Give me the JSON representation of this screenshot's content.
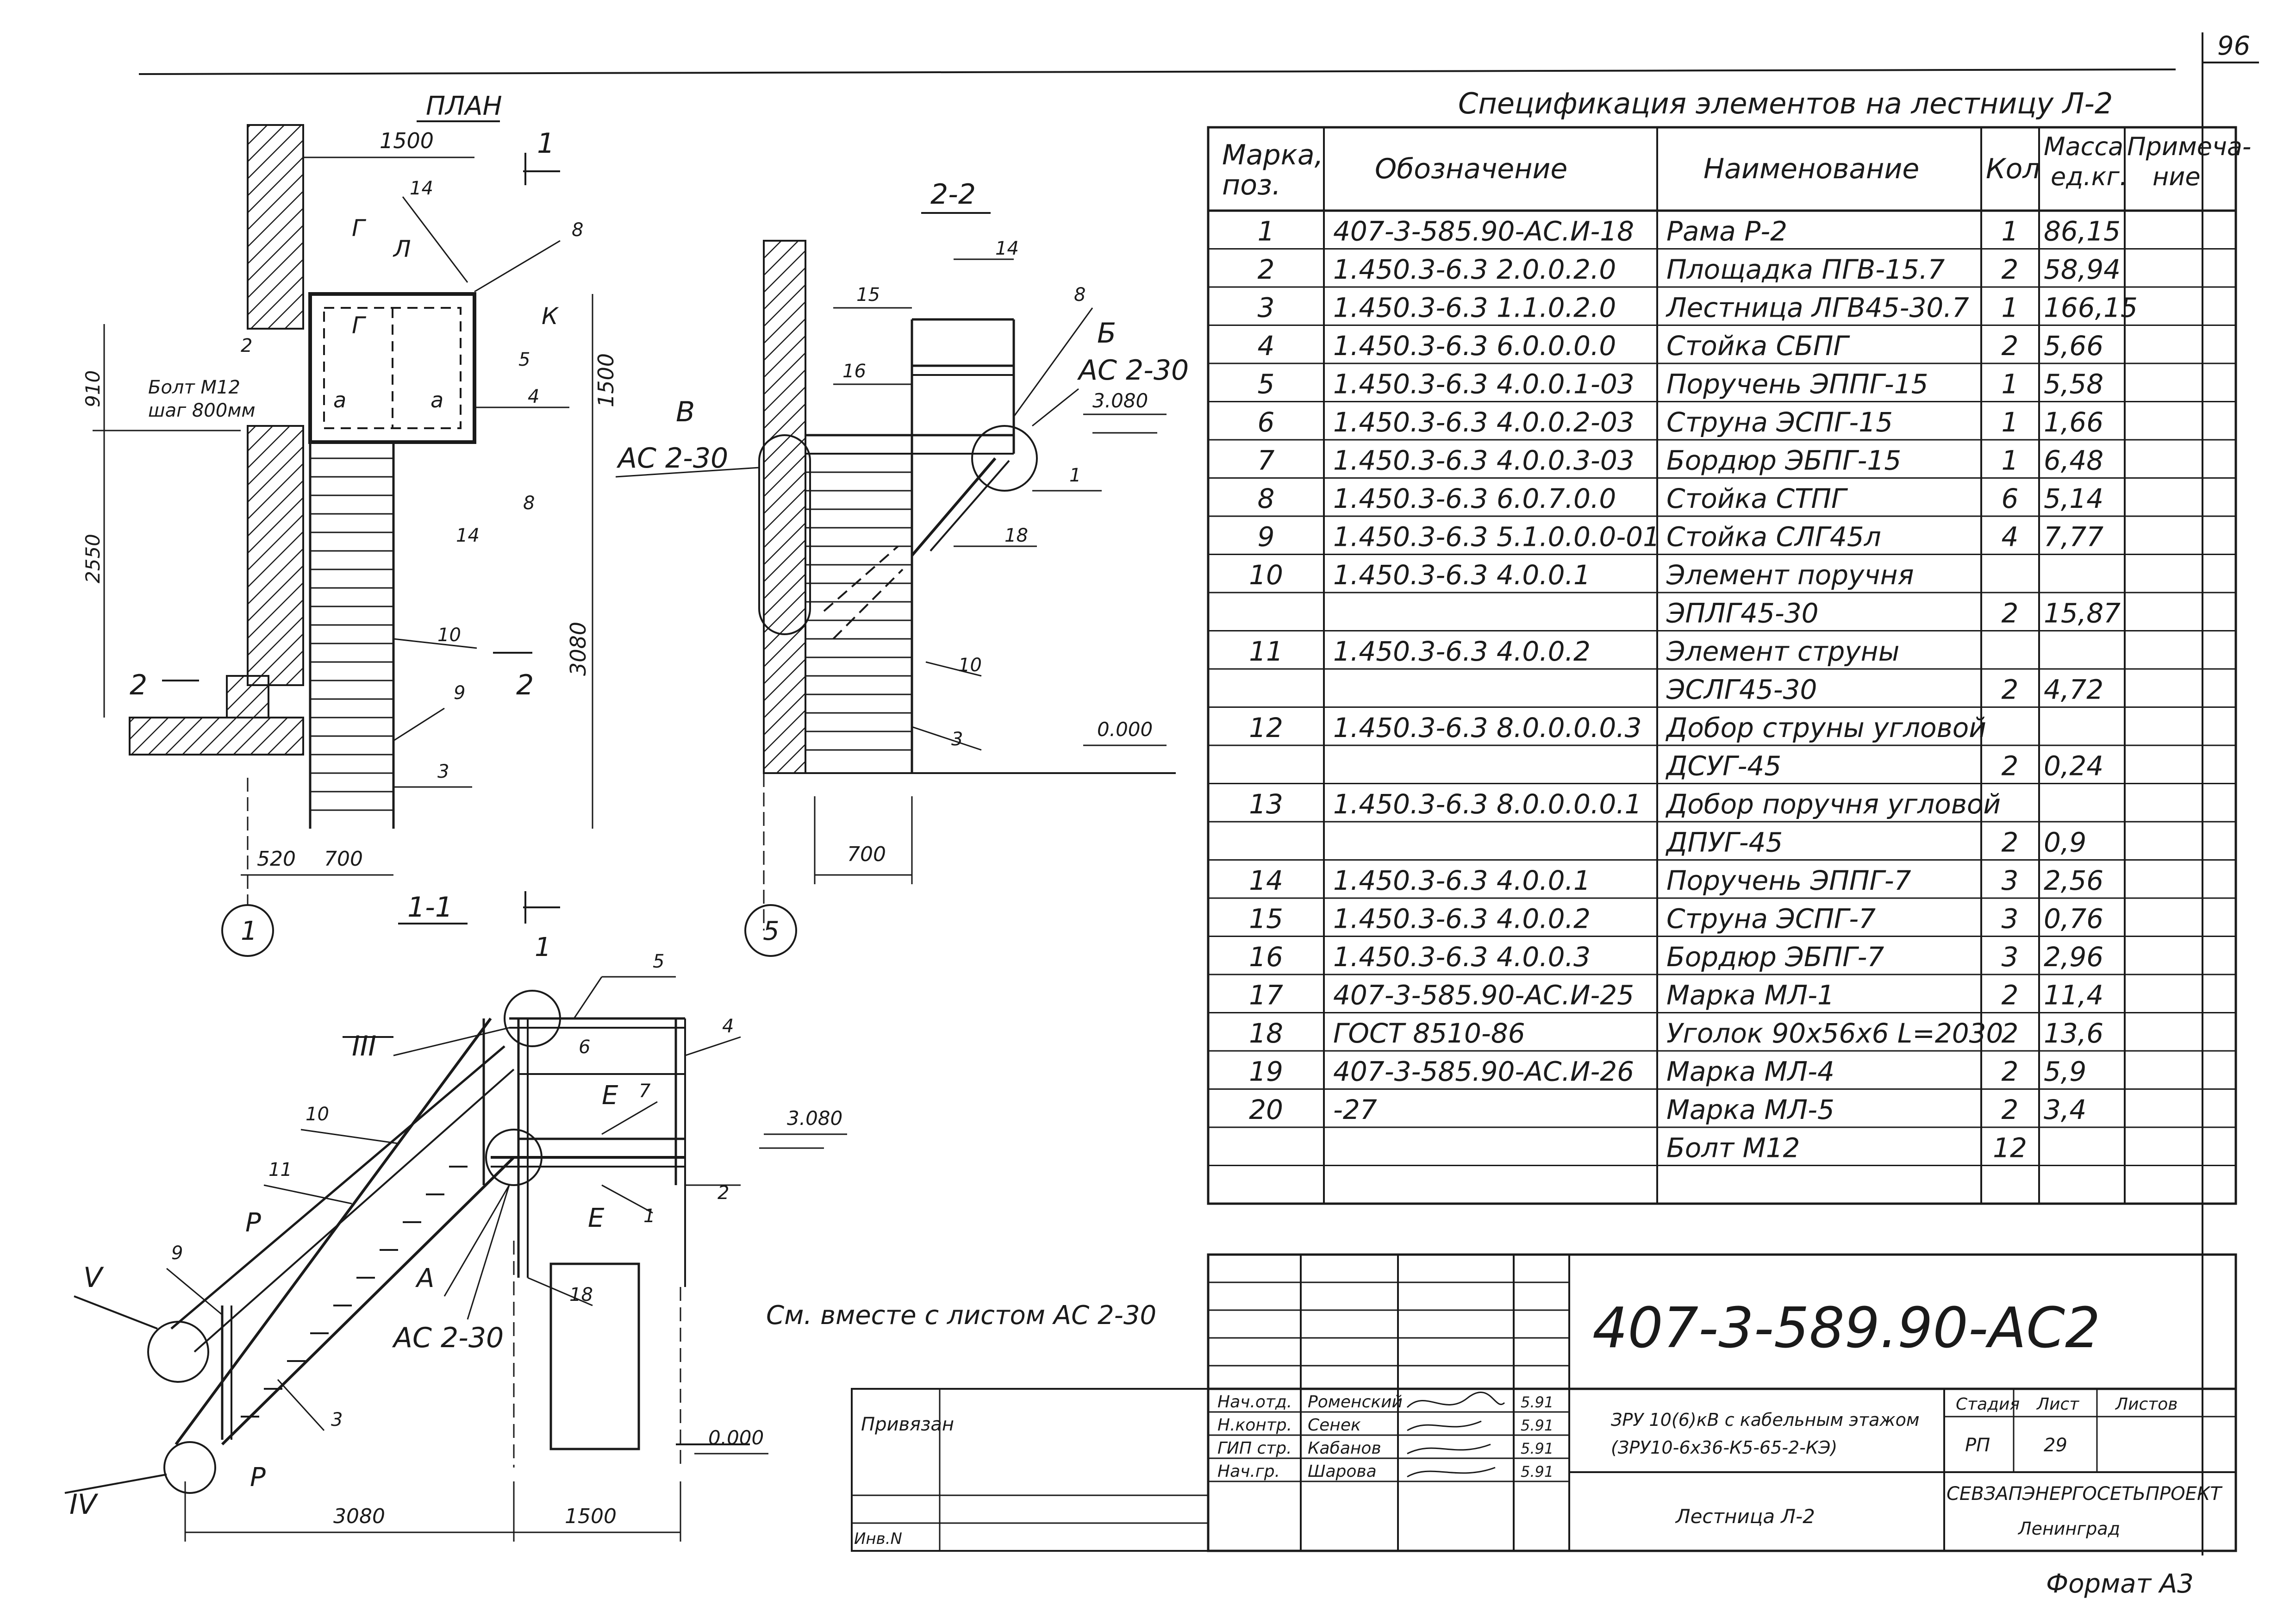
{
  "page_number": "96",
  "plan": {
    "title": "ПЛАН",
    "dims": [
      "1500",
      "1500",
      "910",
      "2550",
      "3080",
      "520",
      "700"
    ],
    "callouts": [
      "14",
      "8",
      "2",
      "5",
      "4",
      "8",
      "14",
      "10",
      "9",
      "3"
    ],
    "section_marks": [
      "1",
      "2",
      "2",
      "1"
    ],
    "view_marks": [
      "Г",
      "Л",
      "Г",
      "К",
      "а",
      "а"
    ],
    "bolt_note_1": "Болт М12",
    "bolt_note_2": "шаг 800мм",
    "section_label": "1-1",
    "axis_1": "1",
    "axis_1_small": "1"
  },
  "section22": {
    "title": "2-2",
    "callouts": [
      "14",
      "15",
      "16",
      "8",
      "1",
      "18",
      "10",
      "3"
    ],
    "marks": [
      "В",
      "Б"
    ],
    "sheet_ref_left": "АС 2-30",
    "sheet_ref_right": "АС 2-30",
    "level_top": "3.080",
    "level_bottom": "0.000",
    "dim": "700",
    "axis": "5"
  },
  "section11": {
    "callouts": [
      "5",
      "4",
      "6",
      "7",
      "1",
      "2",
      "10",
      "11",
      "9",
      "3",
      "18"
    ],
    "marks": [
      "III",
      "V",
      "IV",
      "Р",
      "Р",
      "Е",
      "Е",
      "А"
    ],
    "sheet_ref": "АС 2-30",
    "level_top": "3.080",
    "level_bottom": "0.000",
    "dims": [
      "3080",
      "1500"
    ]
  },
  "see_also": "См. вместе с листом АС 2-30",
  "spec": {
    "title": "Спецификация элементов на лестницу Л-2",
    "headers": [
      "Марка, поз.",
      "Обозначение",
      "Наименование",
      "Кол",
      "Масса ед.кг.",
      "Примеча- ние"
    ],
    "rows": [
      {
        "pos": "1",
        "code": "407-3-585.90-АС.И-18",
        "name": "Рама Р-2",
        "qty": "1",
        "mass": "86,15"
      },
      {
        "pos": "2",
        "code": "1.450.3-6.3 2.0.0.2.0",
        "name": "Площадка ПГВ-15.7",
        "qty": "2",
        "mass": "58,94"
      },
      {
        "pos": "3",
        "code": "1.450.3-6.3 1.1.0.2.0",
        "name": "Лестница ЛГВ45-30.7",
        "qty": "1",
        "mass": "166,15"
      },
      {
        "pos": "4",
        "code": "1.450.3-6.3 6.0.0.0.0",
        "name": "Стойка СБПГ",
        "qty": "2",
        "mass": "5,66"
      },
      {
        "pos": "5",
        "code": "1.450.3-6.3 4.0.0.1-03",
        "name": "Поручень ЭППГ-15",
        "qty": "1",
        "mass": "5,58"
      },
      {
        "pos": "6",
        "code": "1.450.3-6.3 4.0.0.2-03",
        "name": "Струна ЭСПГ-15",
        "qty": "1",
        "mass": "1,66"
      },
      {
        "pos": "7",
        "code": "1.450.3-6.3 4.0.0.3-03",
        "name": "Бордюр ЭБПГ-15",
        "qty": "1",
        "mass": "6,48"
      },
      {
        "pos": "8",
        "code": "1.450.3-6.3 6.0.7.0.0",
        "name": "Стойка СТПГ",
        "qty": "6",
        "mass": "5,14"
      },
      {
        "pos": "9",
        "code": "1.450.3-6.3 5.1.0.0.0-01",
        "name": "Стойка СЛГ45л",
        "qty": "4",
        "mass": "7,77"
      },
      {
        "pos": "10",
        "code": "1.450.3-6.3 4.0.0.1",
        "name": "Элемент поручня",
        "qty": "",
        "mass": ""
      },
      {
        "pos": "",
        "code": "",
        "name": "ЭПЛГ45-30",
        "qty": "2",
        "mass": "15,87"
      },
      {
        "pos": "11",
        "code": "1.450.3-6.3 4.0.0.2",
        "name": "Элемент струны",
        "qty": "",
        "mass": ""
      },
      {
        "pos": "",
        "code": "",
        "name": "ЭСЛГ45-30",
        "qty": "2",
        "mass": "4,72"
      },
      {
        "pos": "12",
        "code": "1.450.3-6.3 8.0.0.0.0.3",
        "name": "Добор струны угловой",
        "qty": "",
        "mass": ""
      },
      {
        "pos": "",
        "code": "",
        "name": "ДСУГ-45",
        "qty": "2",
        "mass": "0,24"
      },
      {
        "pos": "13",
        "code": "1.450.3-6.3 8.0.0.0.0.1",
        "name": "Добор поручня угловой",
        "qty": "",
        "mass": ""
      },
      {
        "pos": "",
        "code": "",
        "name": "ДПУГ-45",
        "qty": "2",
        "mass": "0,9"
      },
      {
        "pos": "14",
        "code": "1.450.3-6.3 4.0.0.1",
        "name": "Поручень ЭППГ-7",
        "qty": "3",
        "mass": "2,56"
      },
      {
        "pos": "15",
        "code": "1.450.3-6.3 4.0.0.2",
        "name": "Струна ЭСПГ-7",
        "qty": "3",
        "mass": "0,76"
      },
      {
        "pos": "16",
        "code": "1.450.3-6.3 4.0.0.3",
        "name": "Бордюр ЭБПГ-7",
        "qty": "3",
        "mass": "2,96"
      },
      {
        "pos": "17",
        "code": "407-3-585.90-АС.И-25",
        "name": "Марка МЛ-1",
        "qty": "2",
        "mass": "11,4"
      },
      {
        "pos": "18",
        "code": "ГОСТ 8510-86",
        "name": "Уголок 90х56х6 L=2030",
        "qty": "2",
        "mass": "13,6"
      },
      {
        "pos": "19",
        "code": "407-3-585.90-АС.И-26",
        "name": "Марка МЛ-4",
        "qty": "2",
        "mass": "5,9"
      },
      {
        "pos": "20",
        "code": "-27",
        "name": "Марка МЛ-5",
        "qty": "2",
        "mass": "3,4"
      },
      {
        "pos": "",
        "code": "",
        "name": "Болт М12",
        "qty": "12",
        "mass": ""
      },
      {
        "pos": "",
        "code": "",
        "name": "",
        "qty": "",
        "mass": ""
      }
    ]
  },
  "title_block": {
    "doc_code": "407-3-589.90-АС2",
    "privyazan": "Привязан",
    "inv": "Инв.N",
    "roles": [
      "Нач.отд.",
      "Н.контр.",
      "ГИП стр.",
      "Нач.гр.",
      ""
    ],
    "names": [
      "Роменский",
      "Сенек",
      "Кабанов",
      "Шарова",
      ""
    ],
    "dates": [
      "5.91",
      "5.91",
      "5.91",
      "5.91",
      ""
    ],
    "project_name_1": "ЗРУ 10(6)кВ с кабельным этажом",
    "project_name_2": "(ЗРУ10-6х36-К5-65-2-КЭ)",
    "sheet_name": "Лестница Л-2",
    "stage_label": "Стадия",
    "sheet_label": "Лист",
    "sheets_label": "Листов",
    "stage": "РП",
    "sheet": "29",
    "org": "СЕВЗАПЭНЕРГОСЕТЬПРОЕКТ",
    "city": "Ленинград"
  },
  "format_note": "Формат А3"
}
